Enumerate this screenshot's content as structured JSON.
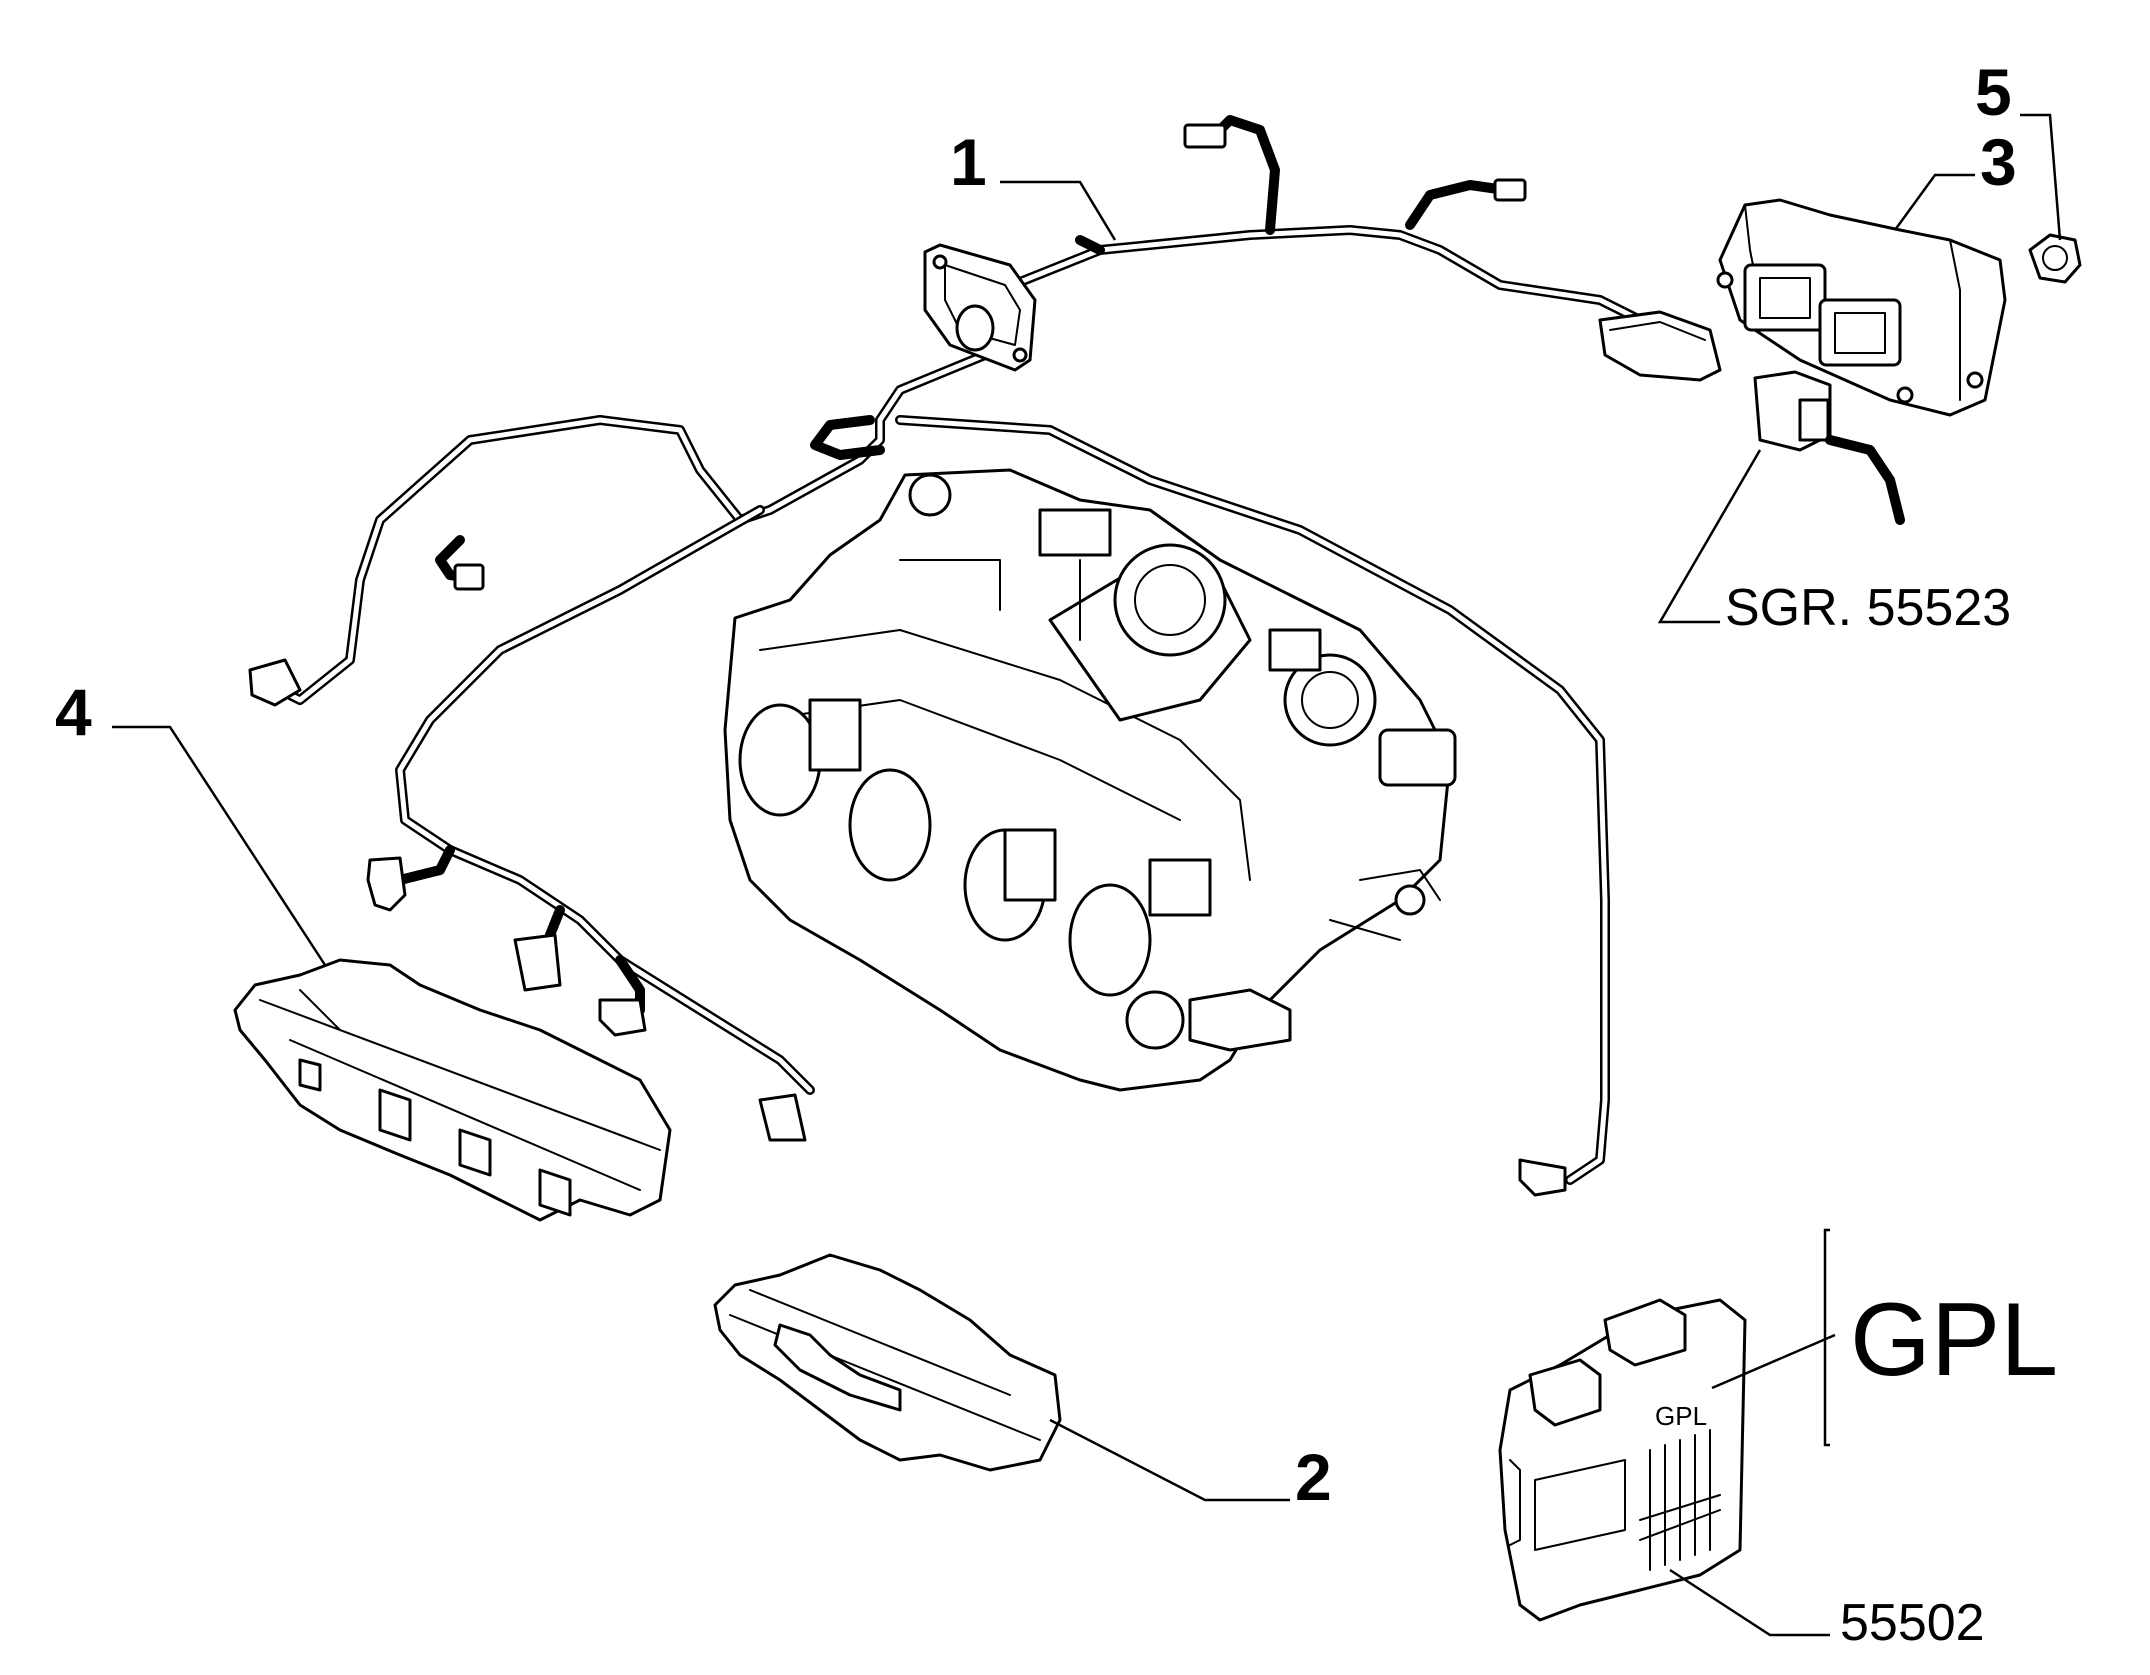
{
  "callouts": {
    "harness": "1",
    "cover_small": "2",
    "bracket": "3",
    "cover_large": "4",
    "nut": "5"
  },
  "references": {
    "sensor_group": "SGR. 55523",
    "ecu_group": "55502"
  },
  "gpl_label": "GPL",
  "ecu_label": "GPL"
}
